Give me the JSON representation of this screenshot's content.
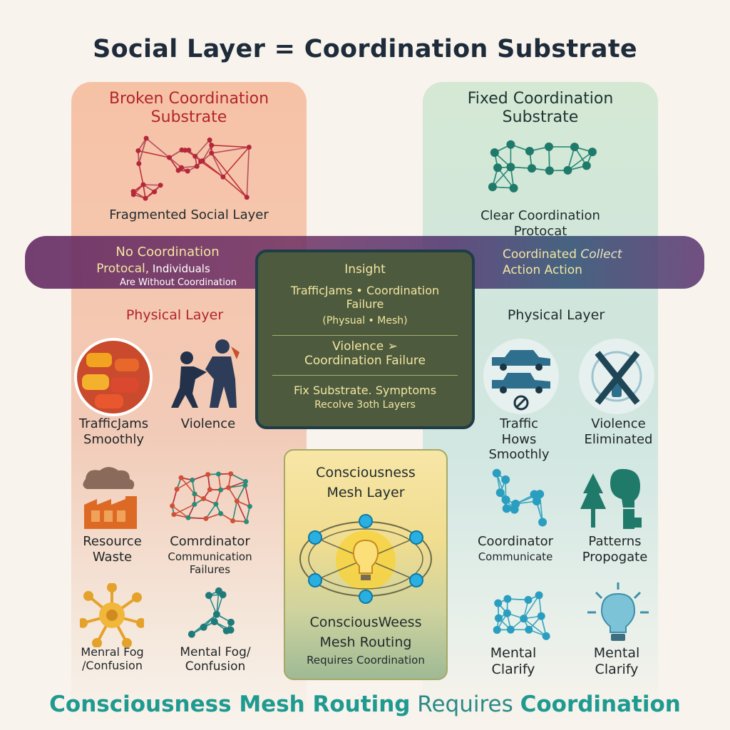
{
  "title": "Social Layer = Coordination Substrate",
  "left": {
    "heading": "Broken Coordination\nSubstrate",
    "network_caption": "Fragmented Social Layer",
    "band_line1": "No Coordination",
    "band_line2a": "Protocal,",
    "band_line2b": " Individuals",
    "band_line3": "Are Without Coordination",
    "physical_heading": "Physical Layer",
    "items": [
      {
        "label": "TrafficJams\nSmoothly",
        "icon": "traffic-jam-icon"
      },
      {
        "label": "Violence",
        "icon": "fighting-people-icon"
      },
      {
        "label": "Resource\nWaste",
        "icon": "factory-smoke-icon"
      },
      {
        "label": "Comrdinator",
        "sub": "Communication\nFailures",
        "icon": "tangled-network-icon"
      },
      {
        "label": "Menral Fog\n/Confusion",
        "icon": "virus-icon"
      },
      {
        "label": "Mental Fog/\nConfusion",
        "icon": "network-icon"
      }
    ]
  },
  "right": {
    "heading": "Fixed Coordination\nSubstrate",
    "network_caption": "Clear Coordination\nProtocat",
    "band_line1a": "Coordinated ",
    "band_line1b": "Collect",
    "band_line2": "Action Action",
    "physical_heading": "Physical Layer",
    "items": [
      {
        "label": "Traffic\nHows\nSmoothly",
        "icon": "cars-flowing-icon"
      },
      {
        "label": "Violence\nEliminated",
        "icon": "crossed-out-icon"
      },
      {
        "label": "Coordinator",
        "sub": "Communicate",
        "icon": "network-icon"
      },
      {
        "label": "Patterns\nPropogate",
        "icon": "tree-head-icon"
      },
      {
        "label": "Mental\nClarify",
        "icon": "network-icon"
      },
      {
        "label": "Mental\nClarify",
        "icon": "lightbulb-icon"
      }
    ]
  },
  "insight": {
    "heading": "Insight",
    "block1": "TrafficJams • Coordination\nFailure",
    "block1_sub": "(Physual • Mesh)",
    "block2": "Violence ➢\nCoordination Failure",
    "block3": "Fix Substrate. Symptoms",
    "block3_sub": "Recolve 3oth Layers"
  },
  "mesh": {
    "heading": "Consciousness\nMesh Layer",
    "caption": "ConsciousWeess\nMesh Routing",
    "caption_sub": "Requires Coordination"
  },
  "footer": {
    "part1": "Consciousness Mesh Routing",
    "part2": " Requires ",
    "part3": "Coordination"
  },
  "colors": {
    "broken": "#b2252b",
    "fixed_node": "#2a8c7a",
    "teal": "#1e9a90",
    "band": "#6a2f66",
    "insight_bg": "#4d5a3e"
  }
}
